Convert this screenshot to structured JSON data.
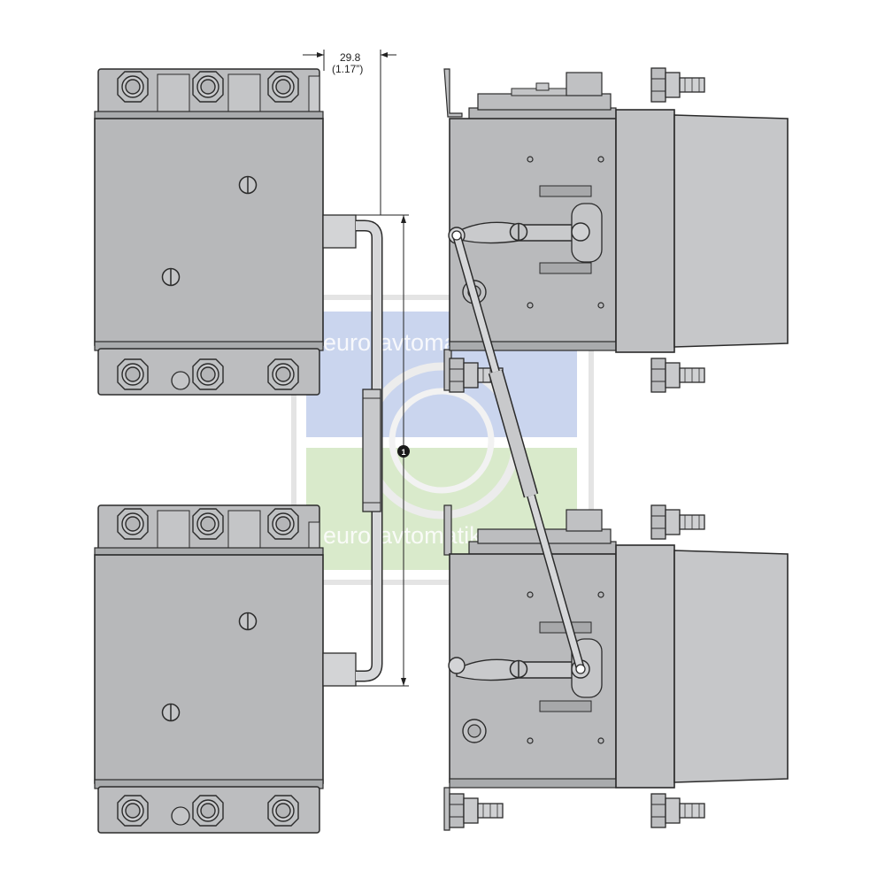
{
  "dimension": {
    "value": "29.8",
    "value_inch": "(1.17”)"
  },
  "callout_marker": "1",
  "watermark": {
    "text_upper": "euro-avtomatika.ru",
    "text_lower": "euro-avtomatika.ru"
  },
  "colors": {
    "body_gray": "#bcbdbf",
    "dark_gray": "#a9abad",
    "outline": "#2b2b2b",
    "watermark_blue": "#9fb3e0",
    "watermark_green": "#b9d9a0"
  }
}
